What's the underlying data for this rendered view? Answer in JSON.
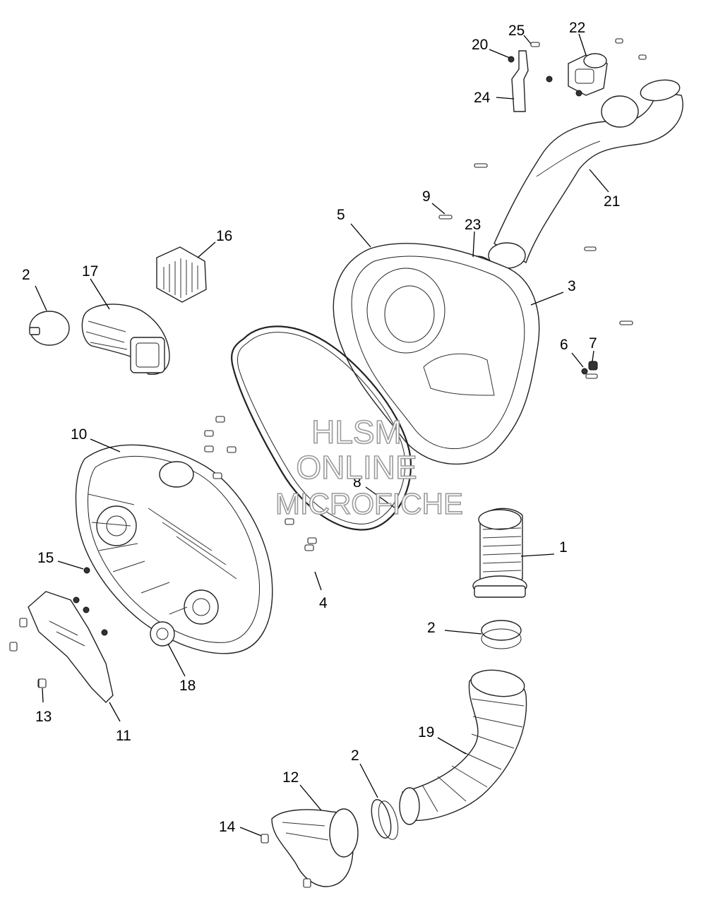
{
  "watermark": {
    "line1": "HLSM",
    "line2": "ONLINE",
    "line3": "MICROFICHE"
  },
  "callouts": [
    {
      "id": "c1",
      "label": "1"
    },
    {
      "id": "c2a",
      "label": "2"
    },
    {
      "id": "c2b",
      "label": "2"
    },
    {
      "id": "c2c",
      "label": "2"
    },
    {
      "id": "c3",
      "label": "3"
    },
    {
      "id": "c4",
      "label": "4"
    },
    {
      "id": "c5",
      "label": "5"
    },
    {
      "id": "c6",
      "label": "6"
    },
    {
      "id": "c7",
      "label": "7"
    },
    {
      "id": "c8",
      "label": "8"
    },
    {
      "id": "c9",
      "label": "9"
    },
    {
      "id": "c10",
      "label": "10"
    },
    {
      "id": "c11",
      "label": "11"
    },
    {
      "id": "c12",
      "label": "12"
    },
    {
      "id": "c13",
      "label": "13"
    },
    {
      "id": "c14",
      "label": "14"
    },
    {
      "id": "c15",
      "label": "15"
    },
    {
      "id": "c16",
      "label": "16"
    },
    {
      "id": "c17",
      "label": "17"
    },
    {
      "id": "c18",
      "label": "18"
    },
    {
      "id": "c19",
      "label": "19"
    },
    {
      "id": "c20",
      "label": "20"
    },
    {
      "id": "c21",
      "label": "21"
    },
    {
      "id": "c22",
      "label": "22"
    },
    {
      "id": "c23",
      "label": "23"
    },
    {
      "id": "c24",
      "label": "24"
    },
    {
      "id": "c25",
      "label": "25"
    }
  ]
}
